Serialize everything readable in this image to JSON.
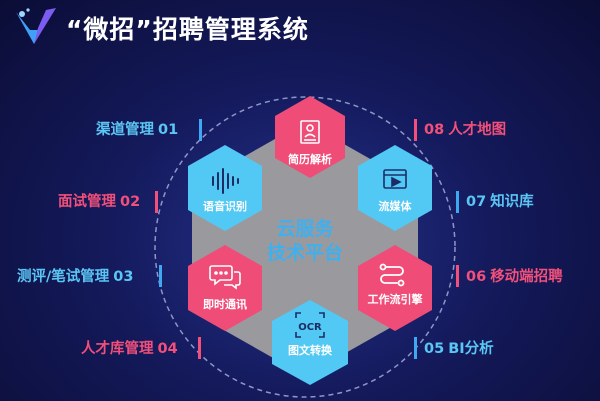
{
  "title": "“微招”招聘管理系统",
  "center": {
    "line1": "云服务",
    "line2": "技术平台"
  },
  "hexagons": [
    {
      "label": "简历解析",
      "icon": "resume-icon"
    },
    {
      "label": "语音识别",
      "icon": "voice-wave-icon"
    },
    {
      "label": "流媒体",
      "icon": "video-icon"
    },
    {
      "label": "即时通讯",
      "icon": "chat-bubble-icon"
    },
    {
      "label": "工作流引擎",
      "icon": "workflow-icon"
    },
    {
      "label": "图文转换",
      "icon": "ocr-icon",
      "icon_text": "OCR"
    }
  ],
  "left_items": [
    {
      "label": "渠道管理",
      "num": "01"
    },
    {
      "label": "面试管理",
      "num": "02"
    },
    {
      "label": "测评/笔试管理",
      "num": "03"
    },
    {
      "label": "人才库管理",
      "num": "04"
    }
  ],
  "right_items": [
    {
      "num": "08",
      "label": "人才地图"
    },
    {
      "num": "07",
      "label": "知识库"
    },
    {
      "num": "06",
      "label": "移动端招聘"
    },
    {
      "num": "05",
      "label": "BI分析"
    }
  ],
  "colors": {
    "blue": "#5bc6f4",
    "pink": "#f2507a",
    "hex_blue": "#52c8f4",
    "hex_pink": "#ef4d77",
    "center_gray": "#9a9a9e"
  }
}
